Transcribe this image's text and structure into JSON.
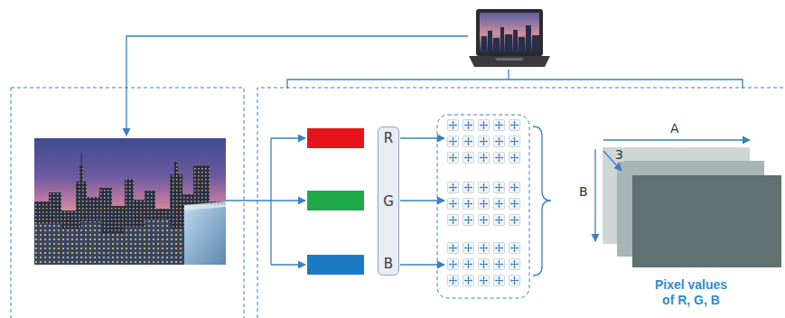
{
  "diagram": {
    "nodes": [
      {
        "text": [
          "R",
          "G",
          "B"
        ]
      }
    ],
    "labels": [
      "A",
      "3",
      "B",
      "Pixel values of R, G, B"
    ]
  }
}
